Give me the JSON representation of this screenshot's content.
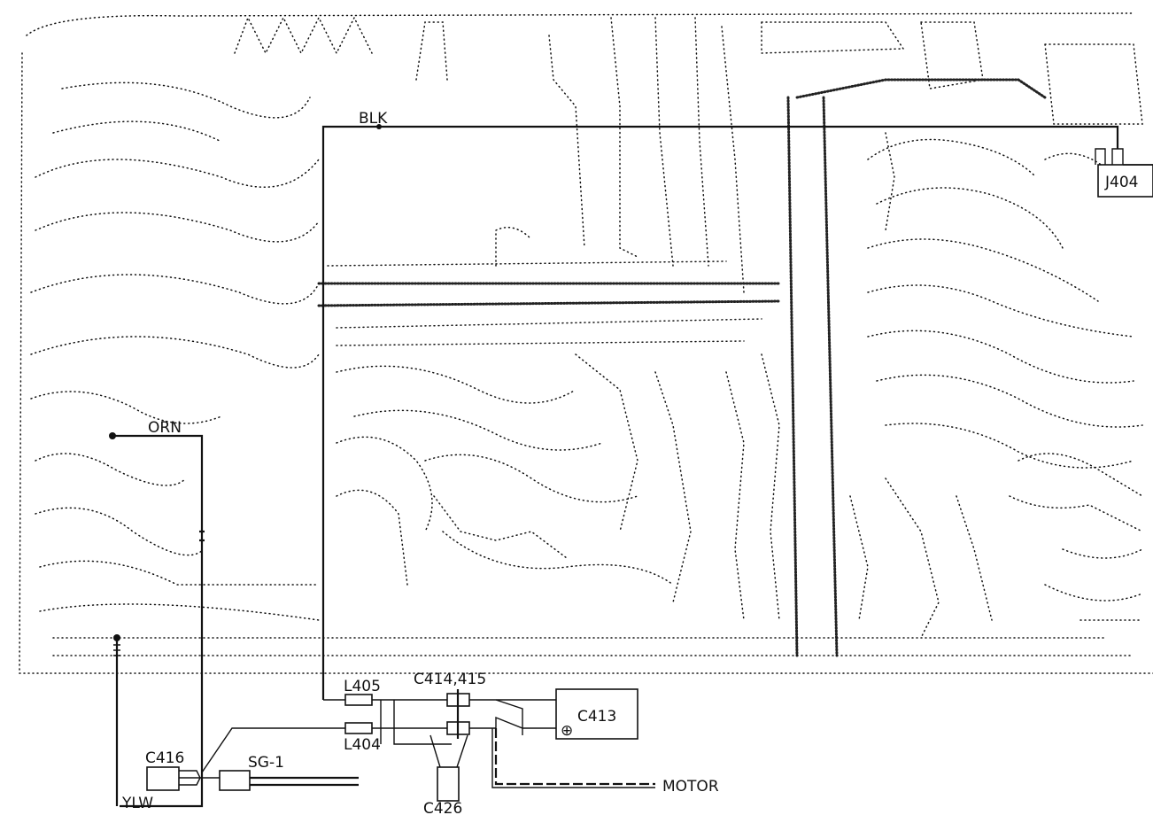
{
  "labels": {
    "blk": "BLK",
    "j404": "J404",
    "orn": "ORN",
    "l405": "L405",
    "l404": "L404",
    "c414_415": "C414,415",
    "c413": "C413",
    "c416": "C416",
    "sg1": "SG-1",
    "ylw": "YLW",
    "c426": "C426",
    "motor": "MOTOR",
    "polarity": "⊕"
  },
  "colors": {
    "ink": "#111111",
    "background": "#ffffff"
  }
}
